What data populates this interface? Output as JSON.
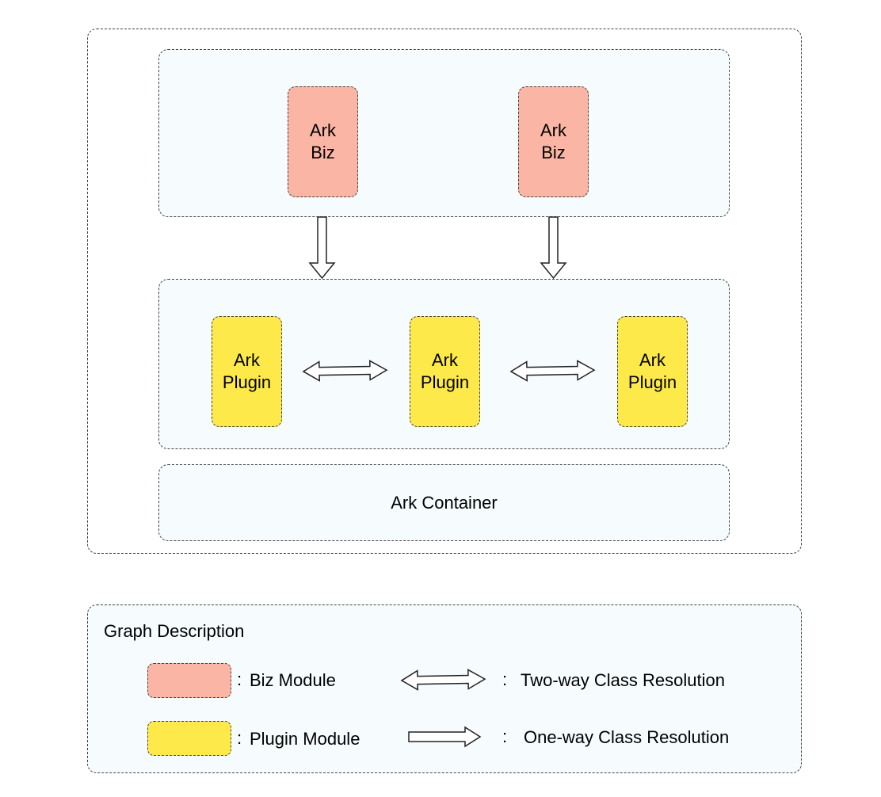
{
  "diagram": {
    "biz_modules": [
      {
        "label": "Ark\nBiz"
      },
      {
        "label": "Ark\nBiz"
      }
    ],
    "plugin_modules": [
      {
        "label": "Ark\nPlugin"
      },
      {
        "label": "Ark\nPlugin"
      },
      {
        "label": "Ark\nPlugin"
      }
    ],
    "container_label": "Ark Container"
  },
  "legend": {
    "title": "Graph Description",
    "biz_label": "Biz Module",
    "plugin_label": "Plugin Module",
    "two_way_label": "Two-way Class Resolution",
    "one_way_label": "One-way Class Resolution",
    "separator": ":"
  },
  "colors": {
    "biz_fill": "#fbb5a4",
    "plugin_fill": "#fde94a",
    "panel_fill": "#f6fbfd",
    "border": "#444444"
  }
}
